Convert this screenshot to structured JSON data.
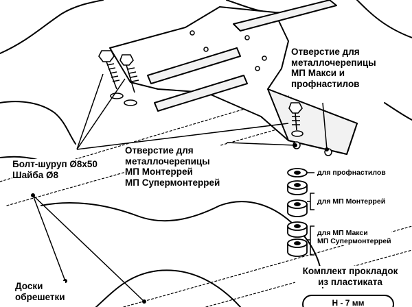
{
  "labels": {
    "hole_maxi": [
      "Отверстие для",
      "металлочерепицы",
      "МП Макси и",
      "профнастилов"
    ],
    "hole_monterrey": [
      "Отверстие для",
      "металлочерепицы",
      "МП Монтеррей",
      "МП Супермонтеррей"
    ],
    "bolt": [
      "Болт-шуруп Ø8х50",
      "Шайба Ø8"
    ],
    "boards": [
      "Доски",
      "обрешетки"
    ],
    "for_profnastil": "для профнастилов",
    "for_monterrey": "для МП Монтеррей",
    "for_maxi": [
      "для МП Макси",
      "МП Супермонтеррей"
    ],
    "kit": [
      "Комплект прокладок",
      "из пластиката"
    ],
    "height_badge": "Н - 7 мм"
  },
  "colors": {
    "line": "#000000",
    "background": "#ffffff",
    "fill_light": "#f2f2f2"
  }
}
